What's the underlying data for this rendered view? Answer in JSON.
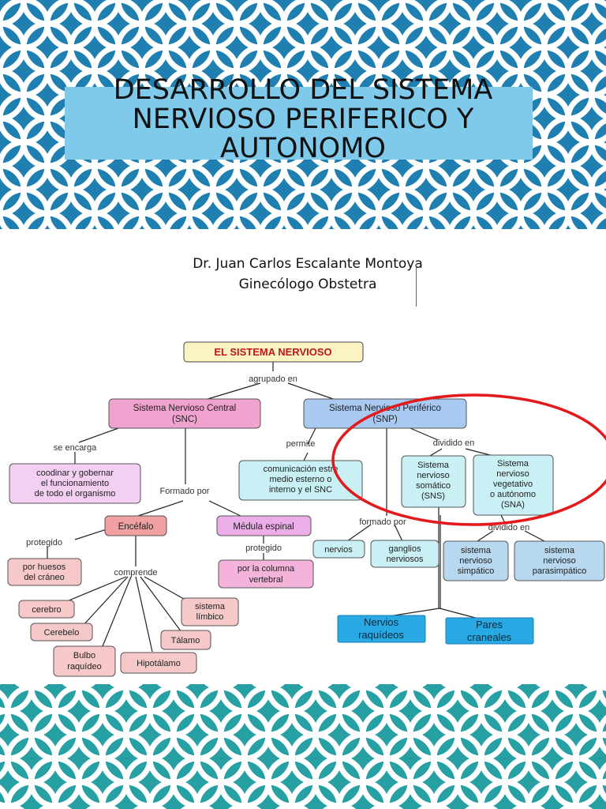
{
  "slide": {
    "title": "DESARROLLO DEL SISTEMA NERVIOSO PERIFERICO Y AUTONOMO",
    "author": "Dr. Juan Carlos Escalante Montoya",
    "role": "Ginecólogo Obstetra"
  },
  "colors": {
    "top_band": "#1e7fb0",
    "bottom_band": "#27a0a4",
    "title_box": "#7fc9ea",
    "highlight_ellipse": "#e3191b"
  },
  "diagram": {
    "root": "EL SISTEMA NERVIOSO",
    "link_root": "agrupado en",
    "snc": [
      "Sistema Nervioso Central",
      "(SNC)"
    ],
    "snp": [
      "Sistema Nervioso Periférico",
      "(SNP)"
    ],
    "link_se_encarga": "se encarga",
    "coordinar": [
      "coodinar y gobernar",
      "el funcionamiento",
      "de todo el organismo"
    ],
    "link_formado_por_1": "Formado por",
    "encefalo": "Encéfalo",
    "medula": "Médula espinal",
    "link_protegido_1": "protegido",
    "link_protegido_2": "protegido",
    "huesos": [
      "por huesos",
      "del cráneo"
    ],
    "columna": [
      "por la columna",
      "vertebral"
    ],
    "link_comprende": "comprende",
    "cerebro": "cerebro",
    "cerebelo": "Cerebelo",
    "bulbo": [
      "Bulbo",
      "raquídeo"
    ],
    "hipotalamo": "Hipotálamo",
    "talamo": "Tálamo",
    "limbico": [
      "sistema",
      "límbico"
    ],
    "link_permite": "permite",
    "comunicacion": [
      "comunicación estre",
      "medio esterno o",
      "interno y el SNC"
    ],
    "link_dividido_1": "dividido en",
    "sns": [
      "Sistema",
      "nervioso",
      "somático",
      "(SNS)"
    ],
    "sna": [
      "Sistema",
      "nervioso",
      "vegetativo",
      "o autónomo",
      "(SNA)"
    ],
    "link_formado_por_2": "formado por",
    "nervios": "nervios",
    "ganglios": [
      "ganglios",
      "nerviosos"
    ],
    "link_dividido_2": "dividido en",
    "simpatico": [
      "sistema",
      "nervioso",
      "simpático"
    ],
    "parasimpatico": [
      "sistema",
      "nervioso",
      "parasimpático"
    ],
    "raquideos": [
      "Nervios",
      "raquídeos"
    ],
    "craneales": [
      "Pares",
      "craneales"
    ]
  }
}
